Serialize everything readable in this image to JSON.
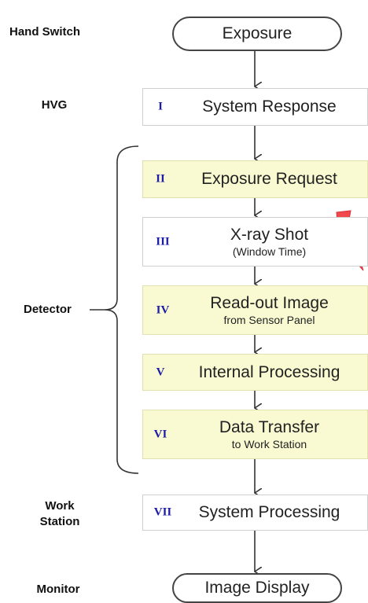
{
  "stage_labels": {
    "hand_switch": "Hand Switch",
    "hvg": "HVG",
    "detector": "Detector",
    "work_station_line1": "Work",
    "work_station_line2": "Station",
    "monitor": "Monitor"
  },
  "start": {
    "label": "Exposure"
  },
  "steps": [
    {
      "roman": "I",
      "title": "System Response",
      "sub": ""
    },
    {
      "roman": "II",
      "title": "Exposure Request",
      "sub": ""
    },
    {
      "roman": "III",
      "title": "X-ray Shot",
      "sub": "(Window Time)"
    },
    {
      "roman": "IV",
      "title": "Read-out Image",
      "sub": "from Sensor Panel"
    },
    {
      "roman": "V",
      "title": "Internal Processing",
      "sub": ""
    },
    {
      "roman": "VI",
      "title": "Data Transfer",
      "sub": "to Work Station"
    },
    {
      "roman": "VII",
      "title": "System Processing",
      "sub": ""
    }
  ],
  "end": {
    "label": "Image Display"
  },
  "colors": {
    "highlight_box": "#fafad2",
    "roman_numeral": "#1c1ca8",
    "lightning": "#f0484c"
  },
  "icons": {
    "xray": "lightning-bolt-icon"
  }
}
